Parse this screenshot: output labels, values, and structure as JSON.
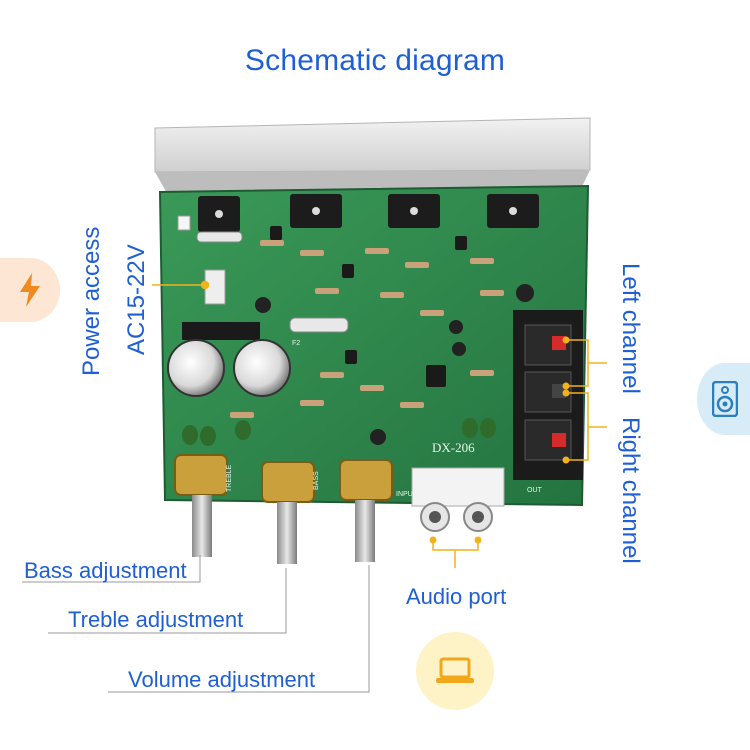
{
  "title": "Schematic diagram",
  "labels": {
    "power_access": "Power access",
    "ac_range": "AC15-22V",
    "left_channel": "Left channel",
    "right_channel": "Right channel",
    "audio_port": "Audio port",
    "bass_adjustment": "Bass adjustment",
    "treble_adjustment": "Treble adjustment",
    "volume_adjustment": "Volume adjustment"
  },
  "board": {
    "model": "DX-206",
    "silkscreen": {
      "treble": "TREBLE",
      "bass": "BASS",
      "input": "INPUT",
      "out": "OUT",
      "fuse": "F2"
    }
  },
  "icons": {
    "power": "lightning-bolt-icon",
    "speaker": "speaker-icon",
    "laptop": "laptop-icon"
  },
  "colors": {
    "text_blue": "#1f5fd4",
    "board_green": "#2f8a4c",
    "pointer_yellow": "#f2b21b",
    "power_circle": "#fde6d4",
    "power_bolt": "#f08a1c",
    "speaker_circle": "#d8ecf7",
    "speaker_icon": "#2c7fbf",
    "laptop_circle": "#fdf3c7",
    "laptop_icon": "#f0a81a"
  }
}
